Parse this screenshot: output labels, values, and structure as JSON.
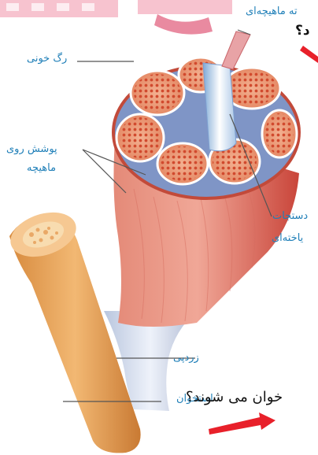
{
  "labels": {
    "muscle_fiber_cut": "ته ماهیچه‌ای",
    "question_top": "د؟",
    "blood_vessel": "رگ خونی",
    "epimysium_line1": "پوشش روی",
    "epimysium_line2": "ماهیچه",
    "connective_line1": "دستجات",
    "connective_line2": "یاخته‌ای",
    "tendon": "زردپی",
    "bone_overlap": "استخوان",
    "overlay_question": "خوان می شوند؟"
  },
  "colors": {
    "label_blue": "#1f7fb8",
    "arrow_red": "#e8202a",
    "watermark_pink": "#f7c3cf"
  }
}
